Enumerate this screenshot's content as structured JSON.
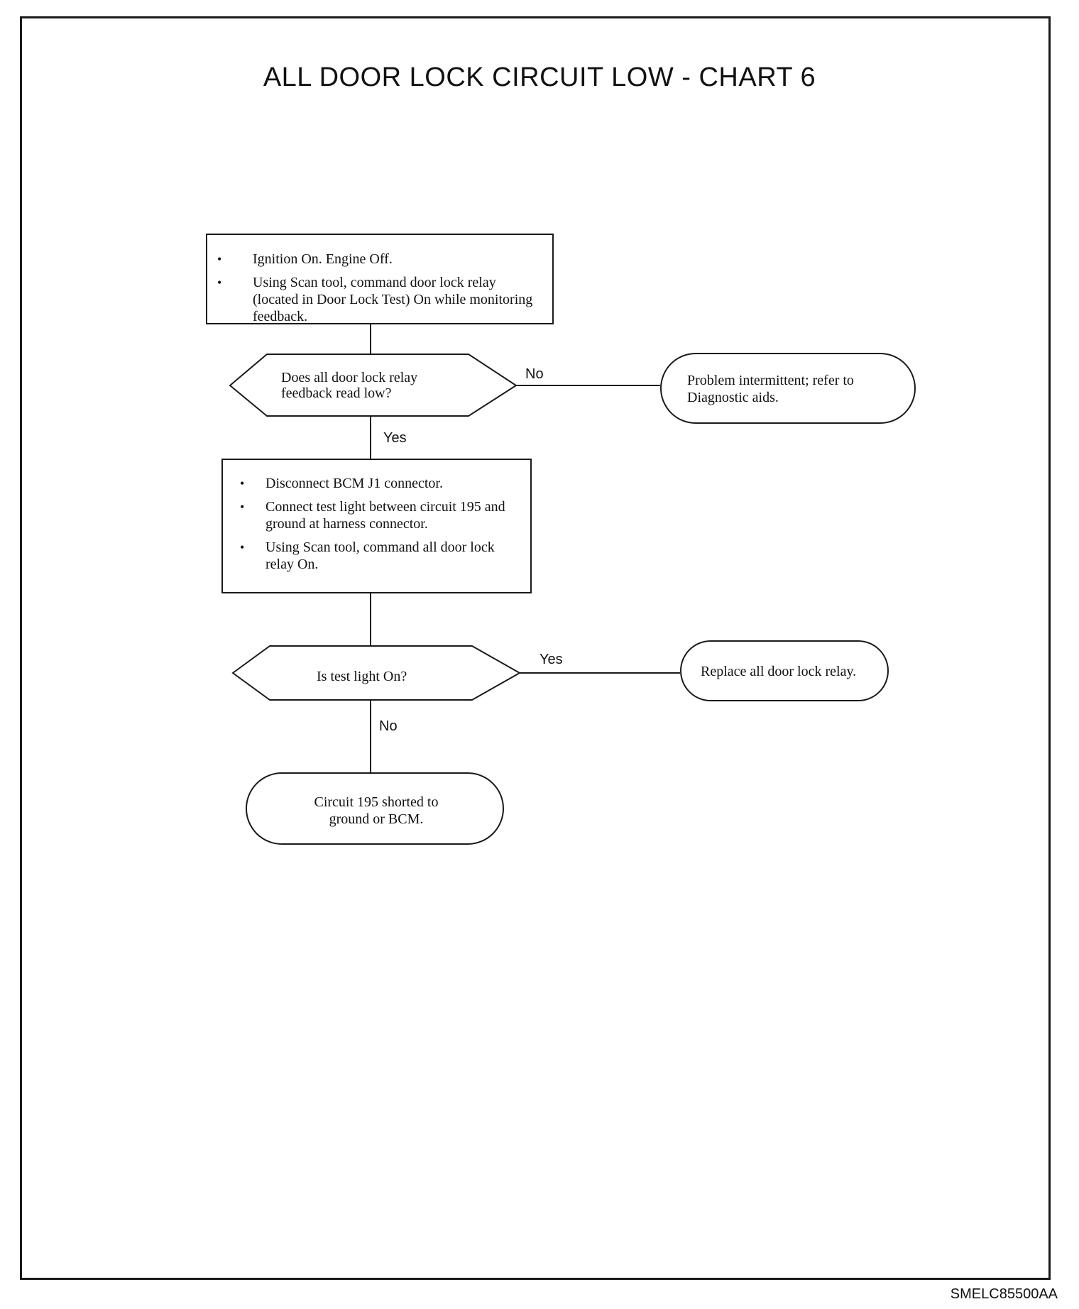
{
  "title": "ALL DOOR LOCK CIRCUIT LOW - CHART 6",
  "figure_code": "SMELC85500AA",
  "step1": {
    "items": [
      "Ignition On. Engine Off.",
      "Using Scan tool, command door lock relay (located in Door Lock Test) On while monitoring feedback."
    ]
  },
  "decision1": {
    "text": "Does all door lock relay feedback read low?",
    "no_label": "No",
    "yes_label": "Yes"
  },
  "result_intermittent": "Problem intermittent; refer to Diagnostic aids.",
  "step2": {
    "items": [
      "Disconnect BCM J1 connector.",
      "Connect test light between circuit 195 and ground at harness connector.",
      "Using Scan tool, command all door lock relay On."
    ]
  },
  "decision2": {
    "text": "Is test light On?",
    "yes_label": "Yes",
    "no_label": "No"
  },
  "result_replace": "Replace all door lock relay.",
  "result_shorted": "Circuit 195 shorted to ground or BCM."
}
